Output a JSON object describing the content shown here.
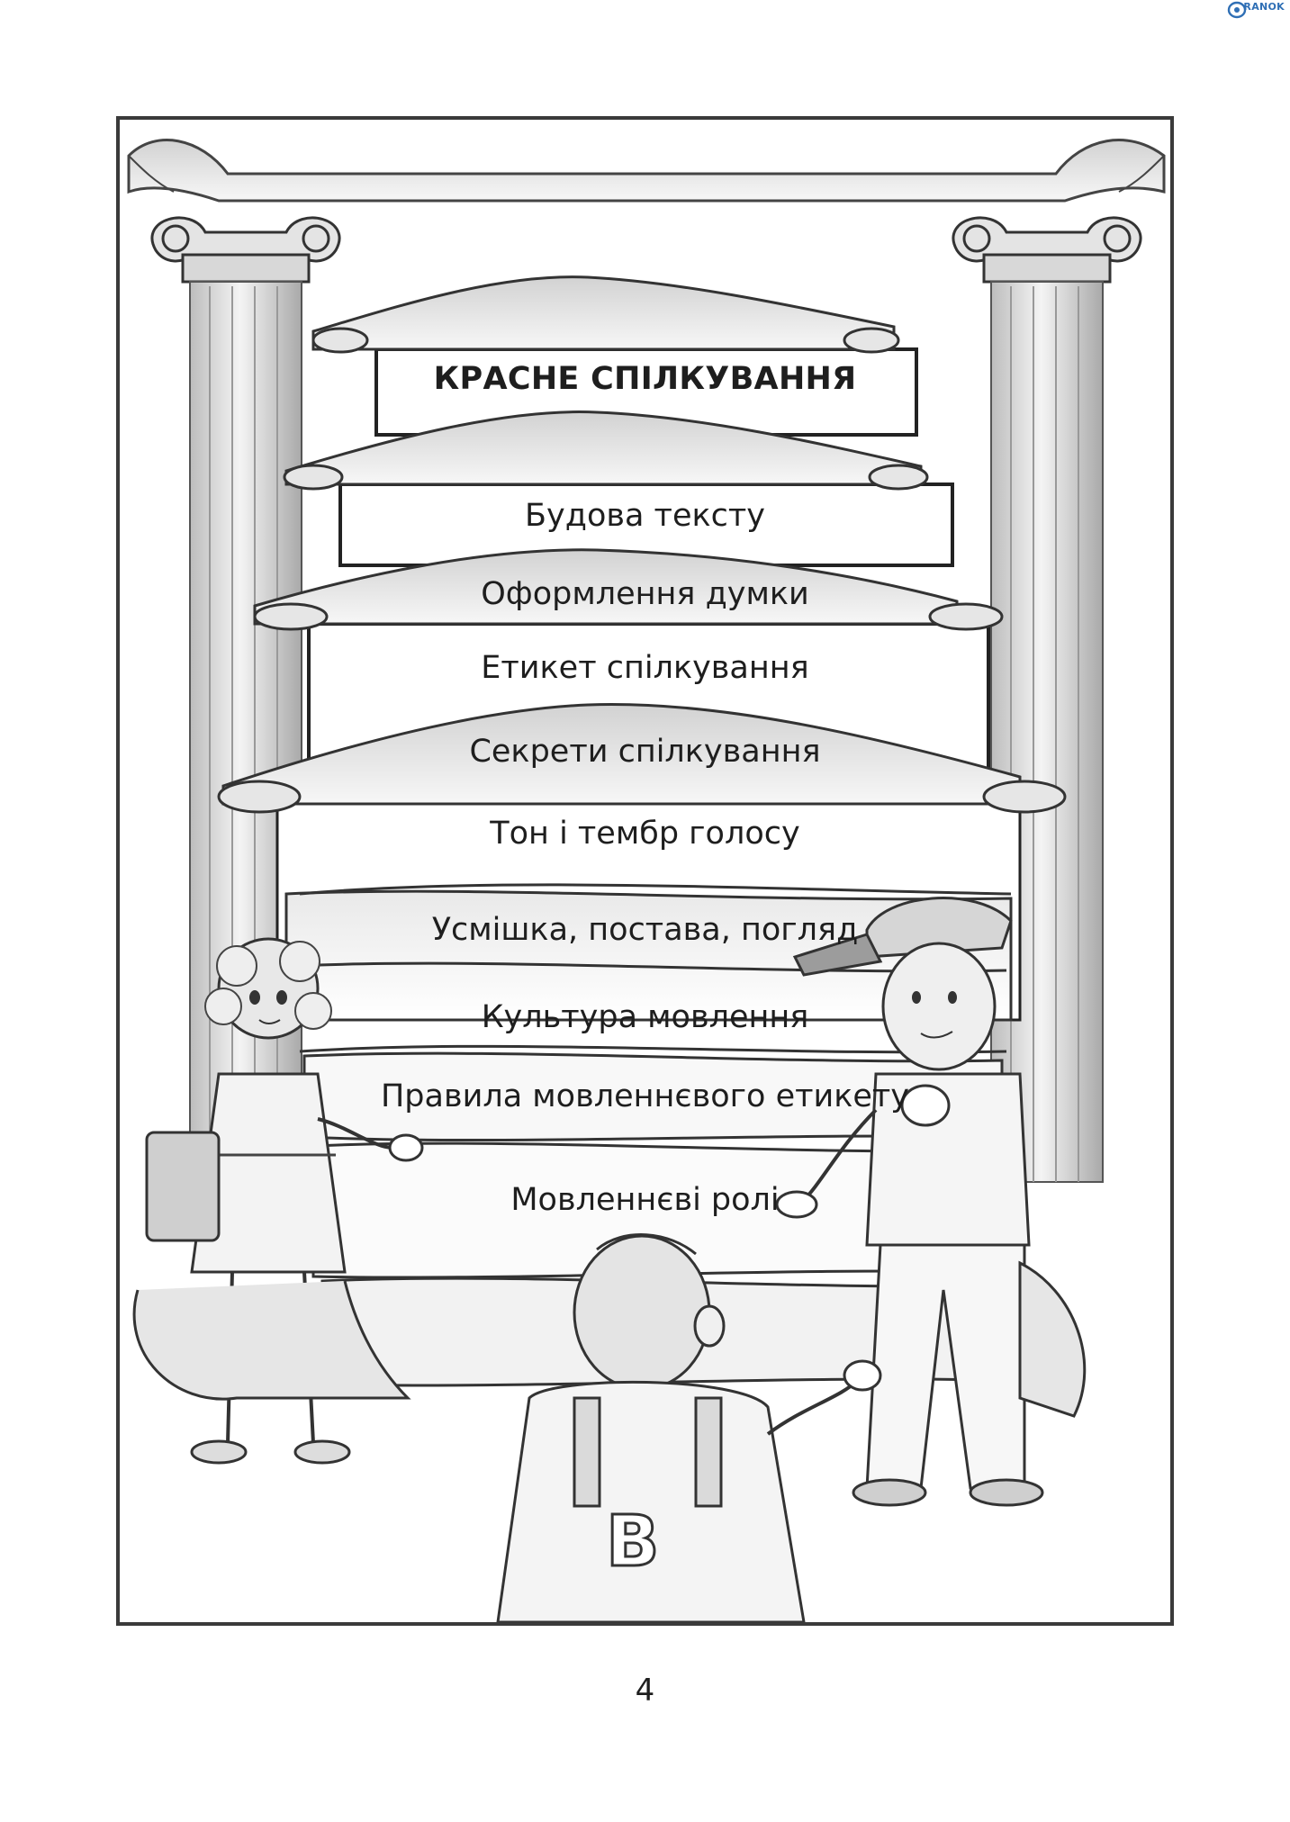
{
  "publisher_logo": "RANOK",
  "heading": "КРАСНЕ СПІЛКУВАННЯ",
  "stairs": [
    "Будова тексту",
    "Оформлення думки",
    "Етикет спілкування",
    "Секрети спілкування",
    "Тон і тембр голосу",
    "Усмішка, постава, погляд",
    "Культура мовлення",
    "Правила мовленнєвого етикету",
    "Мовленнєві ролі"
  ],
  "shirt_letter": "B",
  "page_number": "4"
}
